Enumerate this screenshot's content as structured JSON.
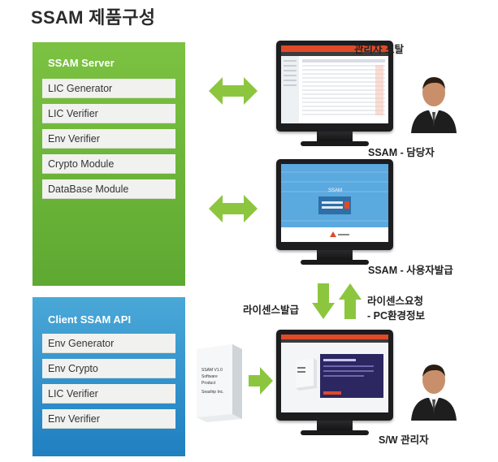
{
  "title": "SSAM 제품구성",
  "server": {
    "title": "SSAM Server",
    "modules": [
      "LIC Generator",
      "LIC Verifier",
      "Env Verifier",
      "Crypto Module",
      "DataBase Module"
    ]
  },
  "client": {
    "title": "Client SSAM API",
    "modules": [
      "Env Generator",
      "Env Crypto",
      "LIC Verifier",
      "Env Verifier"
    ]
  },
  "labels": {
    "admin_portal": "관리자 포탈",
    "ssam_manager": "SSAM - 담당자",
    "ssam_issue": "SSAM - 사용자발급",
    "license_issue": "라이센스발급",
    "license_request_line1": "라이센스요청",
    "license_request_line2": "- PC환경정보",
    "sw_admin": "S/W 관리자"
  },
  "box": {
    "line1": "SSAM V1.0",
    "line2": "Software",
    "line3": "Product",
    "line4": "Seaship Inc."
  },
  "login_screen": {
    "header": "SSAM"
  },
  "colors": {
    "server_green": "#6db53a",
    "arrow_green": "#8cc63f",
    "client_blue": "#2a8bc9",
    "screen_blue": "#5aa9df"
  }
}
